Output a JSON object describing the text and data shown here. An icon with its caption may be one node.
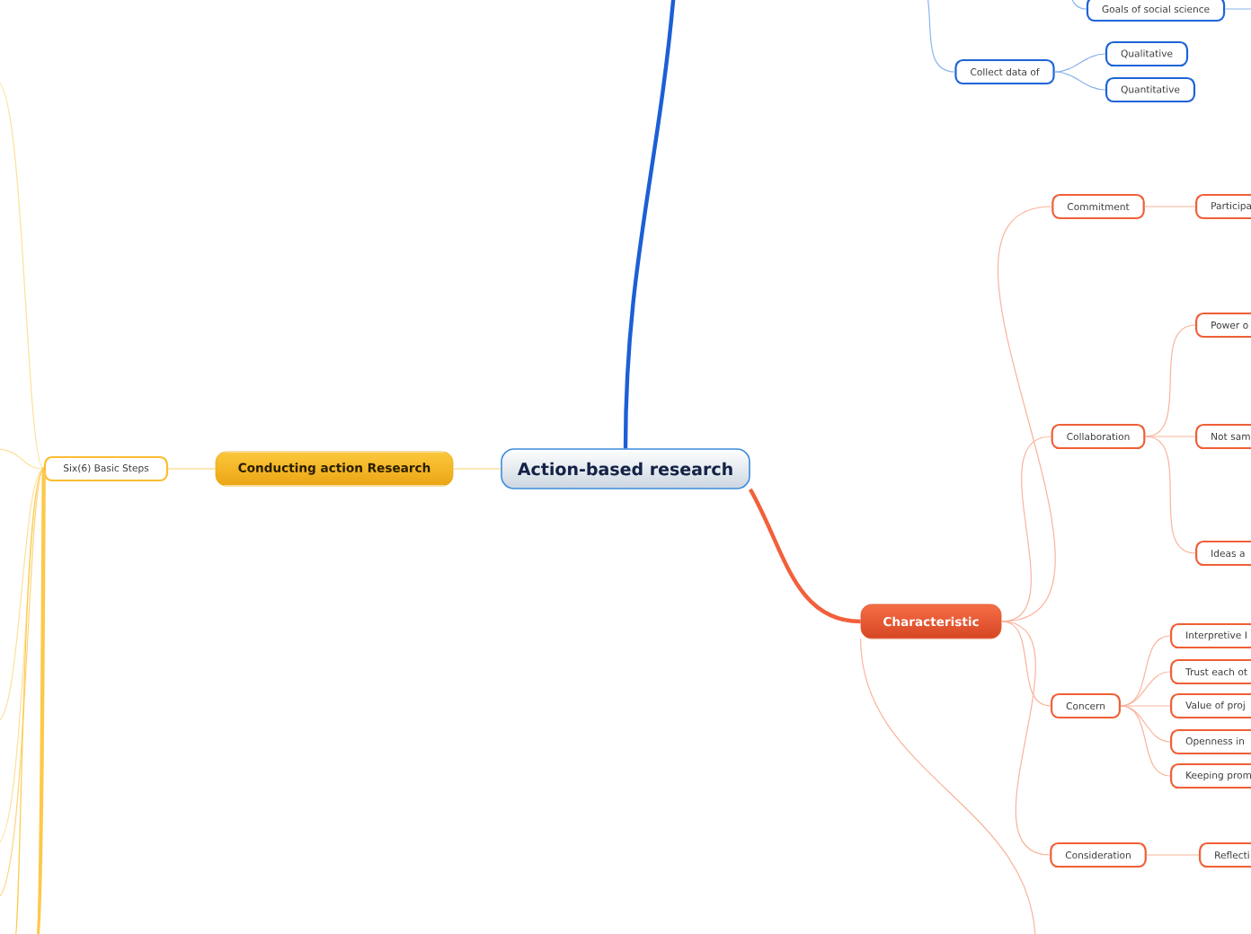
{
  "diagram": {
    "nodes": [
      {
        "text": [
          "Action-based research"
        ]
      },
      {
        "text": [
          "Conducting action Research"
        ]
      },
      {
        "text": [
          "Six(6) Basic Steps"
        ]
      },
      {
        "text": [
          "Characteristic"
        ]
      },
      {
        "text": [
          "Goals of social science"
        ]
      },
      {
        "text": [
          "Collect data of"
        ]
      },
      {
        "text": [
          "Qualitative"
        ]
      },
      {
        "text": [
          "Quantitative"
        ]
      },
      {
        "text": [
          "Commitment"
        ]
      },
      {
        "text": [
          "Participa"
        ]
      },
      {
        "text": [
          "Collaboration"
        ]
      },
      {
        "text": [
          "Power o"
        ]
      },
      {
        "text": [
          "Not sam"
        ]
      },
      {
        "text": [
          "Ideas a"
        ]
      },
      {
        "text": [
          "Concern"
        ]
      },
      {
        "text": [
          "Interpretive I"
        ]
      },
      {
        "text": [
          "Trust each ot"
        ]
      },
      {
        "text": [
          "Value of proj"
        ]
      },
      {
        "text": [
          "Openness in"
        ]
      },
      {
        "text": [
          "Keeping prom"
        ]
      },
      {
        "text": [
          "Consideration"
        ]
      },
      {
        "text": [
          "Reflecti"
        ]
      }
    ],
    "edges": [
      {
        "from": 0,
        "to": 1,
        "arrow": "none",
        "color": "#f9cf6a"
      },
      {
        "from": 1,
        "to": 2,
        "arrow": "none",
        "color": "#f9cf6a"
      },
      {
        "from": 0,
        "to": 3,
        "arrow": "none",
        "style": "thick",
        "color": "#f2603a"
      },
      {
        "from": 0,
        "to": null,
        "arrow": "none",
        "style": "thick",
        "color": "#1c5fd6"
      },
      {
        "from": null,
        "to": 4,
        "arrow": "none",
        "color": "#8ab4ee"
      },
      {
        "from": 4,
        "to": null,
        "arrow": "none",
        "color": "#8ab4ee"
      },
      {
        "from": null,
        "to": 5,
        "arrow": "none",
        "color": "#8ab4ee"
      },
      {
        "from": 5,
        "to": 6,
        "arrow": "none",
        "color": "#8ab4ee"
      },
      {
        "from": 5,
        "to": 7,
        "arrow": "none",
        "color": "#8ab4ee"
      },
      {
        "from": 3,
        "to": 8,
        "arrow": "none"
      },
      {
        "from": 8,
        "to": 9,
        "arrow": "none"
      },
      {
        "from": 3,
        "to": 10,
        "arrow": "none"
      },
      {
        "from": 10,
        "to": 11,
        "arrow": "none"
      },
      {
        "from": 10,
        "to": 12,
        "arrow": "none"
      },
      {
        "from": 10,
        "to": 13,
        "arrow": "none"
      },
      {
        "from": 3,
        "to": 14,
        "arrow": "none"
      },
      {
        "from": 14,
        "to": 15,
        "arrow": "none"
      },
      {
        "from": 14,
        "to": 16,
        "arrow": "none"
      },
      {
        "from": 14,
        "to": 17,
        "arrow": "none"
      },
      {
        "from": 14,
        "to": 18,
        "arrow": "none"
      },
      {
        "from": 14,
        "to": 19,
        "arrow": "none"
      },
      {
        "from": 3,
        "to": 20,
        "arrow": "none"
      },
      {
        "from": 20,
        "to": 21,
        "arrow": "none"
      },
      {
        "from": 3,
        "to": null,
        "arrow": "none"
      },
      {
        "from": 2,
        "to": null,
        "arrow": "none",
        "color": "#fde09a"
      },
      {
        "from": 2,
        "to": null,
        "arrow": "none",
        "color": "#fde09a"
      },
      {
        "from": 2,
        "to": null,
        "arrow": "none",
        "color": "#fde09a"
      },
      {
        "from": 2,
        "to": null,
        "arrow": "none",
        "color": "#fde09a"
      },
      {
        "from": 2,
        "to": null,
        "arrow": "none",
        "color": "#fdd47a"
      },
      {
        "from": 2,
        "to": null,
        "arrow": "none",
        "style": "thick",
        "color": "#fcc94a"
      },
      {
        "from": 2,
        "to": null,
        "arrow": "none",
        "color": "#fcc94a"
      }
    ]
  }
}
